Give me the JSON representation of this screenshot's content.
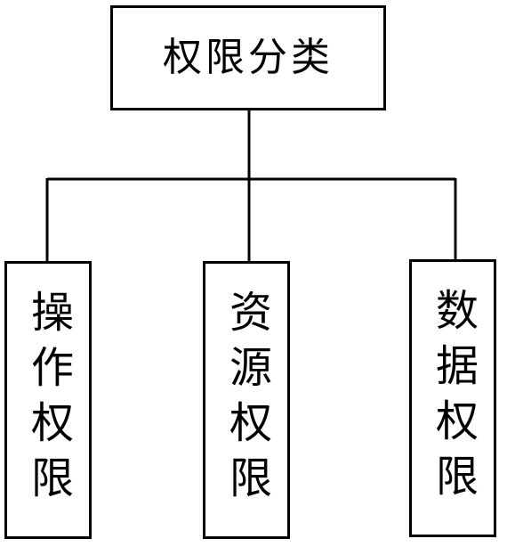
{
  "diagram": {
    "root": {
      "label": "权限分类"
    },
    "children": [
      {
        "label": "操作权限"
      },
      {
        "label": "资源权限"
      },
      {
        "label": "数据权限"
      }
    ]
  }
}
